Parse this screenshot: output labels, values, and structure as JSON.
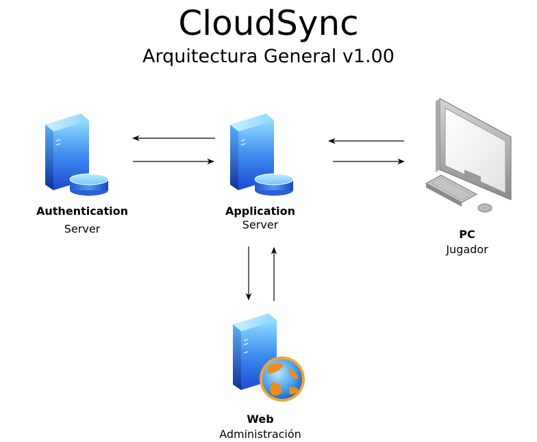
{
  "diagram": {
    "title": "CloudSync",
    "subtitle": "Arquitectura General v1.00",
    "nodes": {
      "auth": {
        "name": "Authentication",
        "role": "Server",
        "icon": "database-server-icon"
      },
      "app": {
        "name": "Application",
        "role": "Server",
        "icon": "database-server-icon"
      },
      "pc": {
        "name": "PC",
        "role": "Jugador",
        "icon": "desktop-computer-icon"
      },
      "web": {
        "name": "Web",
        "role": "Administración",
        "icon": "web-server-globe-icon"
      }
    },
    "edges": [
      {
        "from": "app",
        "to": "auth"
      },
      {
        "from": "auth",
        "to": "app"
      },
      {
        "from": "pc",
        "to": "app"
      },
      {
        "from": "app",
        "to": "pc"
      },
      {
        "from": "app",
        "to": "web"
      },
      {
        "from": "web",
        "to": "app"
      }
    ],
    "colors": {
      "server_blue_light": "#7fd3ff",
      "server_blue_dark": "#1d4fd8",
      "monitor_gray": "#8a8a8a",
      "globe_orange": "#f08a1c",
      "globe_blue": "#4aa3e8"
    }
  }
}
